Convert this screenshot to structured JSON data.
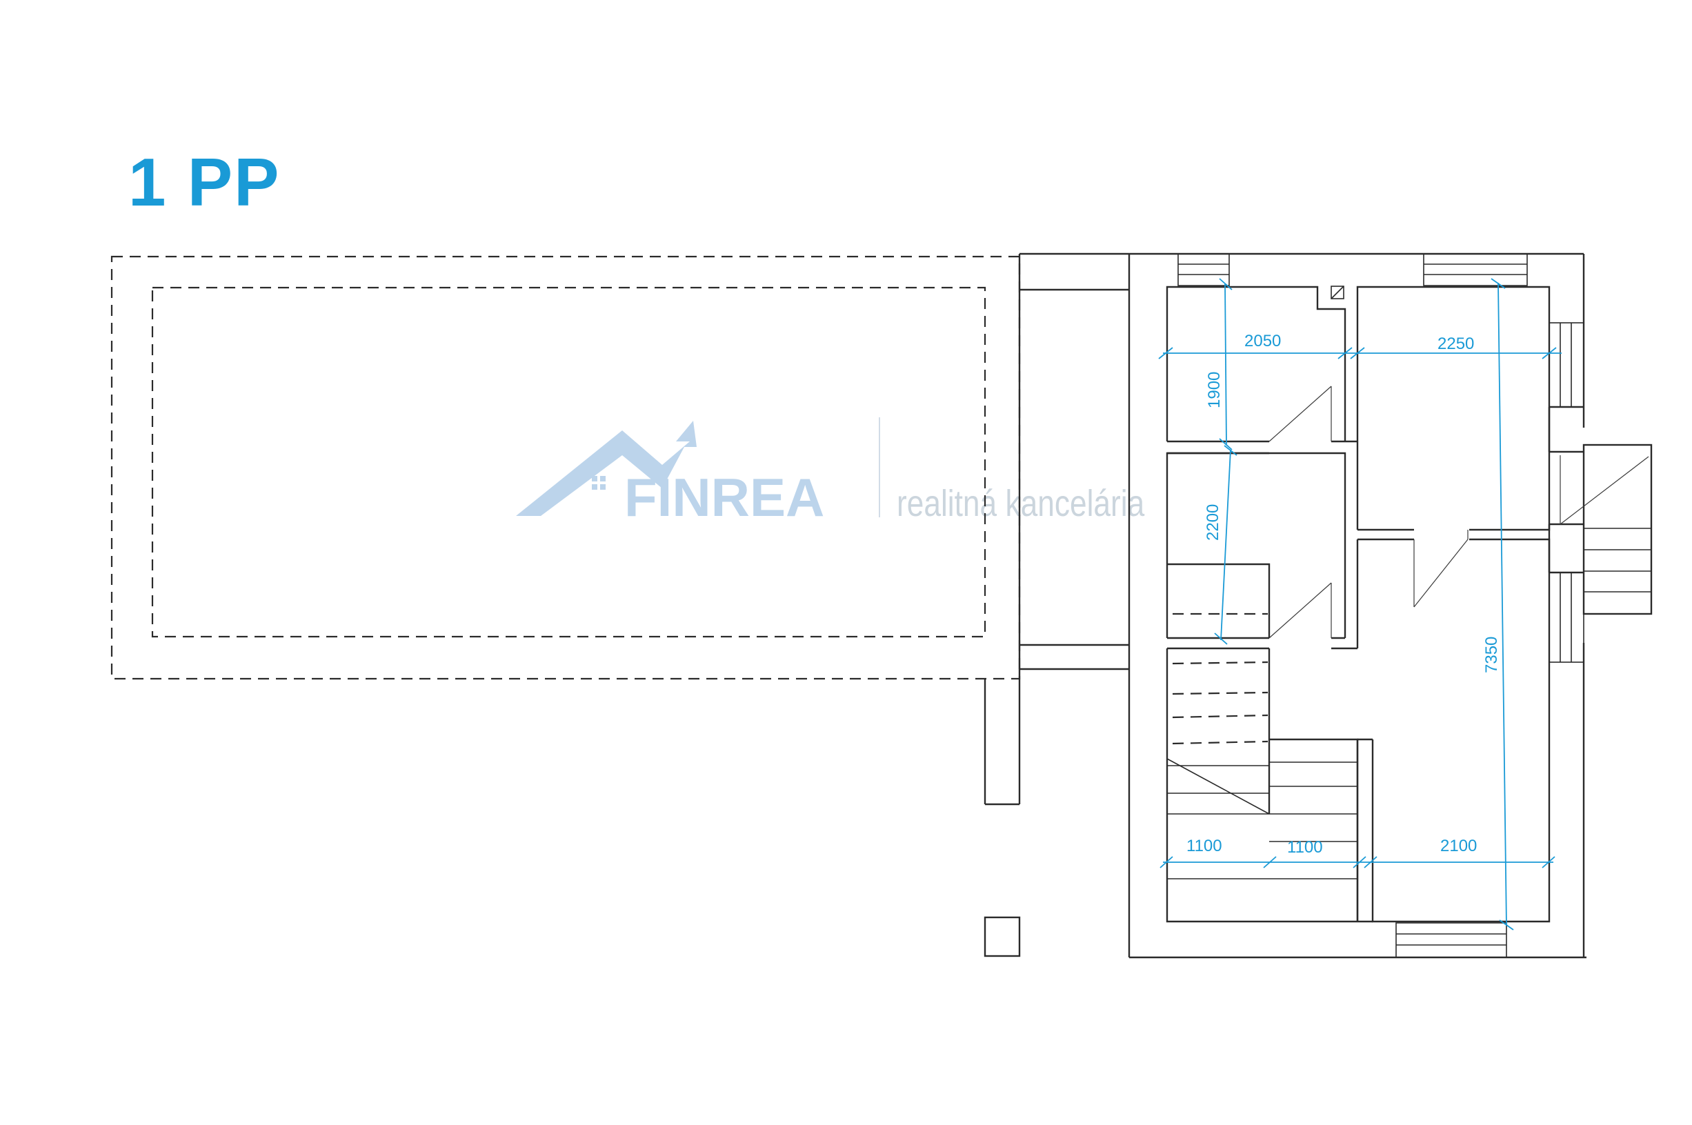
{
  "floor_title": "1 PP",
  "colors": {
    "accent": "#1a9ad6",
    "dimension": "#1a9ad6",
    "lines": "#2a2a2a",
    "watermark": "#b9d2ea"
  },
  "watermark": {
    "brand": "FINREA",
    "tagline": "realitná kancelária"
  },
  "dimensions": {
    "d2050": "2050",
    "d2250": "2250",
    "d1900": "1900",
    "d2200": "2200",
    "d7350": "7350",
    "d1100a": "1100",
    "d1100b": "1100",
    "d2100": "2100"
  }
}
